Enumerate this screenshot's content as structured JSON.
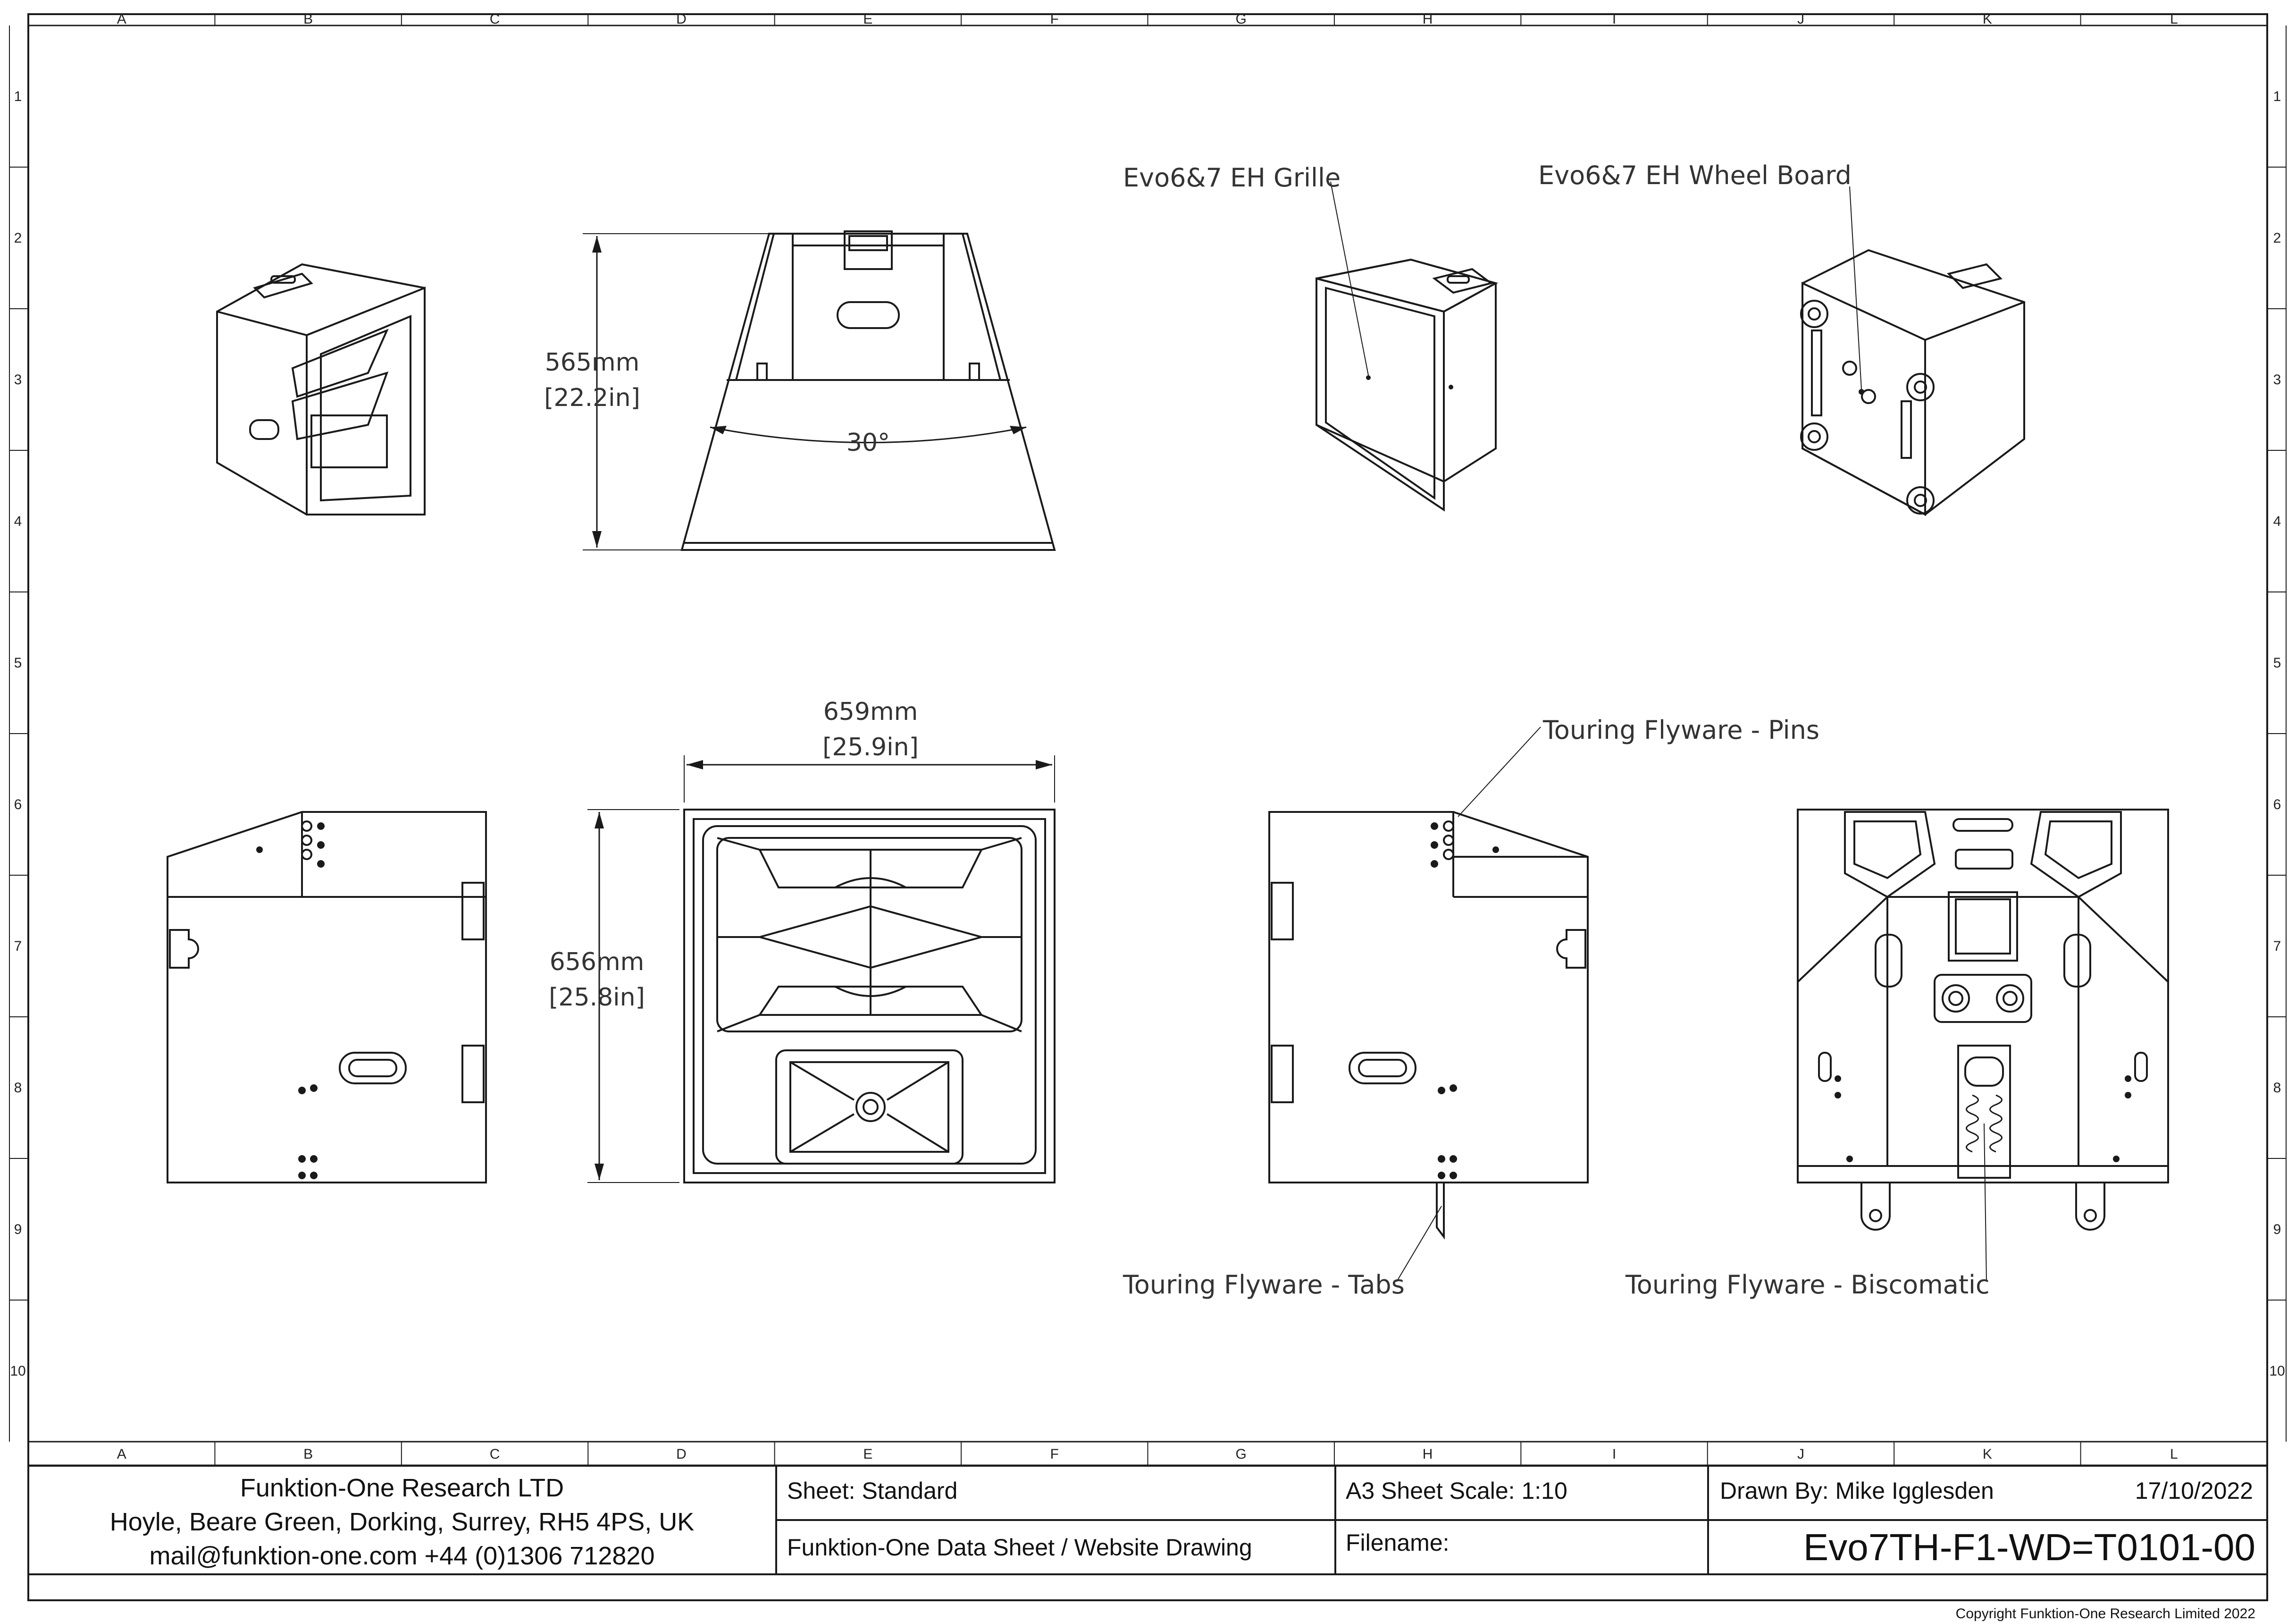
{
  "grid": {
    "columns": [
      "A",
      "B",
      "C",
      "D",
      "E",
      "F",
      "G",
      "H",
      "I",
      "J",
      "K",
      "L"
    ],
    "rows": [
      "1",
      "2",
      "3",
      "4",
      "5",
      "6",
      "7",
      "8",
      "9",
      "10"
    ]
  },
  "dimensions": {
    "side_height_mm": "565mm",
    "side_height_in": "[22.2in]",
    "angle": "30°",
    "front_width_mm": "659mm",
    "front_width_in": "[25.9in]",
    "front_height_mm": "656mm",
    "front_height_in": "[25.8in]"
  },
  "callouts": {
    "grille": "Evo6&7 EH Grille",
    "wheel_board": "Evo6&7 EH Wheel Board",
    "pins": "Touring Flyware - Pins",
    "tabs": "Touring Flyware - Tabs",
    "biscomatic": "Touring Flyware - Biscomatic"
  },
  "title_block": {
    "company": "Funktion-One Research LTD",
    "address": "Hoyle, Beare Green, Dorking, Surrey, RH5 4PS, UK",
    "contact": "mail@funktion-one.com  +44 (0)1306 712820",
    "sheet": "Sheet: Standard",
    "description": "Funktion-One Data Sheet / Website Drawing",
    "scale": "A3 Sheet Scale: 1:10",
    "filename_label": "Filename:",
    "drawn_by": "Drawn By: Mike Igglesden",
    "date": "17/10/2022",
    "drawing_number": "Evo7TH-F1-WD=T0101-00"
  },
  "copyright": "Copyright Funktion-One Research Limited 2022",
  "colors": {
    "line": "#1a1a1a",
    "background": "#ffffff"
  }
}
